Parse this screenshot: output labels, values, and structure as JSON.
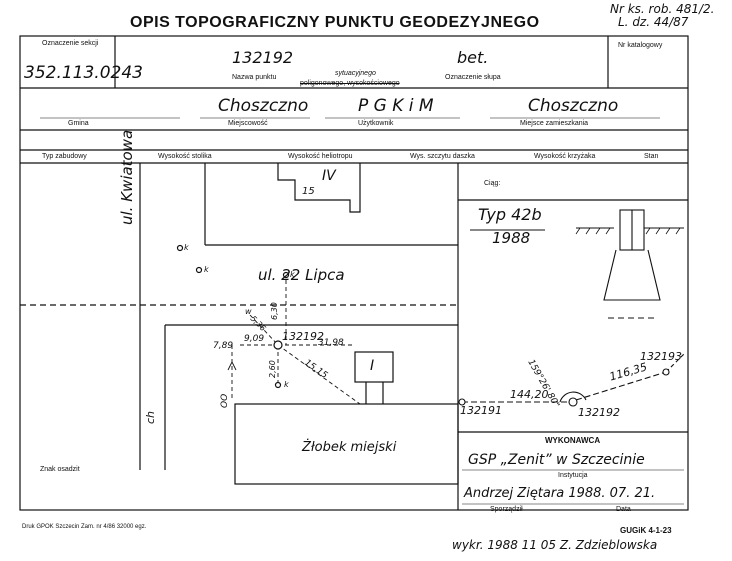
{
  "header": {
    "title": "OPIS TOPOGRAFICZNY PUNKTU GEODEZYJNEGO",
    "nr_ks_rob": "Nr ks. rob. 481/2.",
    "l_dz": "L. dz. 44/87"
  },
  "row1": {
    "section_label": "Oznaczenie sekcji",
    "section_value": "352.113.0243",
    "point_name_value": "132192",
    "point_name_label": "Nazwa punktu",
    "point_type_line1": "sytuacyjnego",
    "point_type_line2": "poligonowego, wysokościowego",
    "post_value": "bet.",
    "post_label": "Oznaczenie słupa",
    "catalog_label": "Nr katalogowy"
  },
  "row2": {
    "gmina_label": "Gmina",
    "gmina_value": "Choszczno",
    "miejscowosc_label": "Miejscowość",
    "uzytkownik_label": "Użytkownik",
    "uzytkownik_value": "P G K i M",
    "zamieszkania_label": "Miejsce zamieszkania",
    "zamieszkania_value": "Choszczno"
  },
  "row3": {
    "cols": [
      "Typ zabudowy",
      "Wysokość stolika",
      "Wysokość heliotropu",
      "Wys. szczytu daszka",
      "Wysokość krzyżaka",
      "Stan"
    ]
  },
  "sketch": {
    "street_1": "ul. Kwiatowa",
    "street_2": "ul. 22 Lipca",
    "building_number": "15",
    "building_floors": "IV",
    "nursery": "Żłobek miejski",
    "point_label": "132192",
    "hydrant": "I",
    "k1": "k",
    "k2": "k",
    "k3": "k",
    "k4": "k",
    "ch": "ch",
    "oo": "OO",
    "w": "w",
    "d_789": "7,89",
    "d_909": "9,09",
    "d_536": "5,36",
    "d_630": "6,30",
    "d_3198": "31,98",
    "d_1515": "15,15",
    "d_260": "2,60",
    "znak_label": "Znak osadzit"
  },
  "right_panel": {
    "ciag_label": "Ciąg:",
    "typ": "Typ 42b",
    "year": "1988",
    "p_left": "132191",
    "p_center": "132192",
    "p_right": "132193",
    "dist_left": "144,20",
    "dist_right": "116,35",
    "angle": "159°26' 80\""
  },
  "executor": {
    "heading": "WYKONAWCA",
    "institution_value": "GSP „Zenit” w Szczecinie",
    "institution_label": "Instytucja",
    "author_value": "Andrzej Ziętara 1988. 07. 21.",
    "author_label": "Sporządził",
    "data_label": "Data"
  },
  "footer": {
    "print_info": "Druk GPOK Szczecin Zam. nr 4/86  32000 egz.",
    "form_code": "GUGiK 4-1-23",
    "wykr": "wykr. 1988 11 05 Z. Zdzieblowska"
  }
}
